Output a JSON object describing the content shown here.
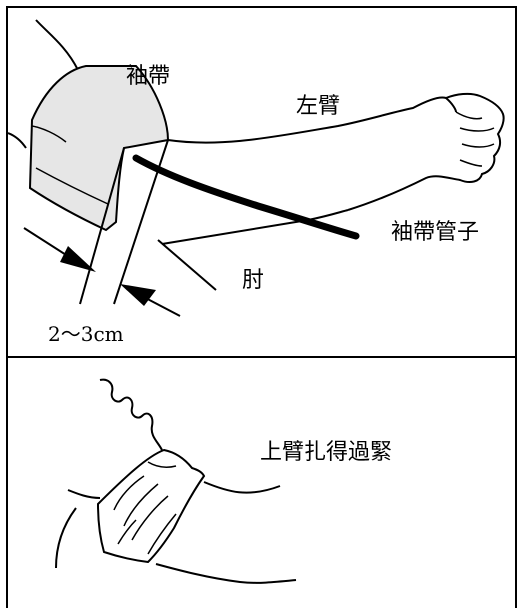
{
  "top_panel": {
    "labels": {
      "cuff": "袖帶",
      "left_arm": "左臂",
      "cuff_tube": "袖帶管子",
      "elbow": "肘",
      "distance": "2～3cm"
    }
  },
  "bottom_panel": {
    "labels": {
      "too_tight": "上臂扎得過緊"
    }
  },
  "colors": {
    "line": "#000000",
    "cuff_fill": "#e6e6e6",
    "background": "#ffffff"
  }
}
